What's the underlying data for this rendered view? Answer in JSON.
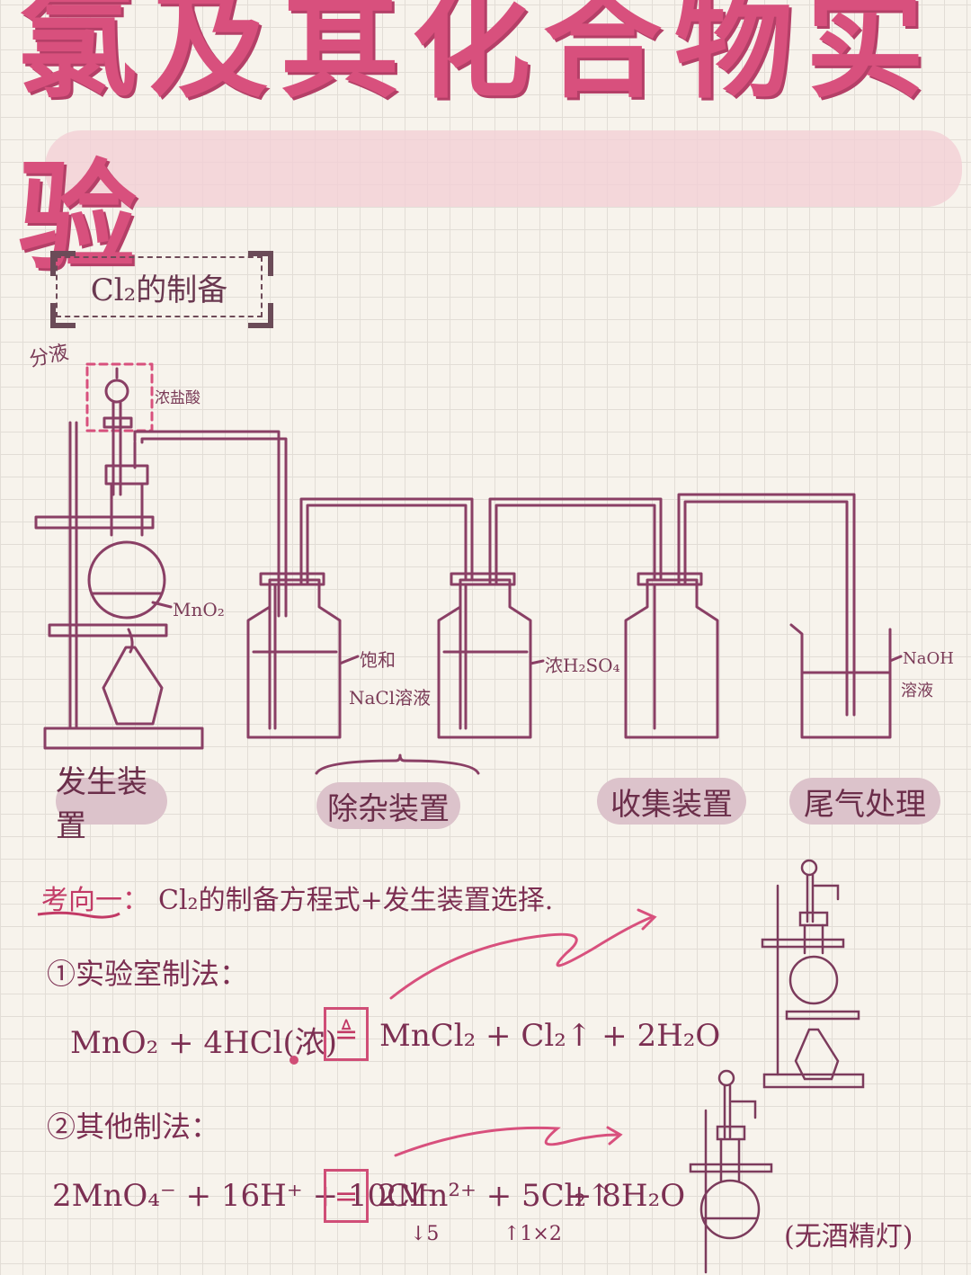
{
  "title": "氯及其化合物实验",
  "section": {
    "label": "Cl₂的制备"
  },
  "apparatus_labels": {
    "funnel": "分液",
    "conc_hcl": "浓盐酸",
    "mno2": "MnO₂",
    "nacl_1": "饱和",
    "nacl_2": "NaCl溶液",
    "h2so4": "浓H₂SO₄",
    "naoh_1": "NaOH",
    "naoh_2": "溶液"
  },
  "stages": {
    "generation": "发生装置",
    "purification": "除杂装置",
    "collection": "收集装置",
    "tail": "尾气处理"
  },
  "question": {
    "tag": "考向一：",
    "text": "Cl₂的制备方程式+发生装置选择."
  },
  "method1": {
    "heading": "①实验室制法：",
    "left": "MnO₂ + 4HCl(浓)",
    "condition": "≜",
    "right": "MnCl₂ + Cl₂↑ + 2H₂O"
  },
  "method2": {
    "heading": "②其他制法：",
    "left": "2MnO₄⁻ + 16H⁺ + 10Cl⁻",
    "condition": "=",
    "right_1": "2Mn²⁺ + 5Cl₂↑",
    "right_2": "+ 8H₂O",
    "note_mn": "↓5",
    "note_cl": "↑1×2",
    "no_lamp": "(无酒精灯)"
  }
}
